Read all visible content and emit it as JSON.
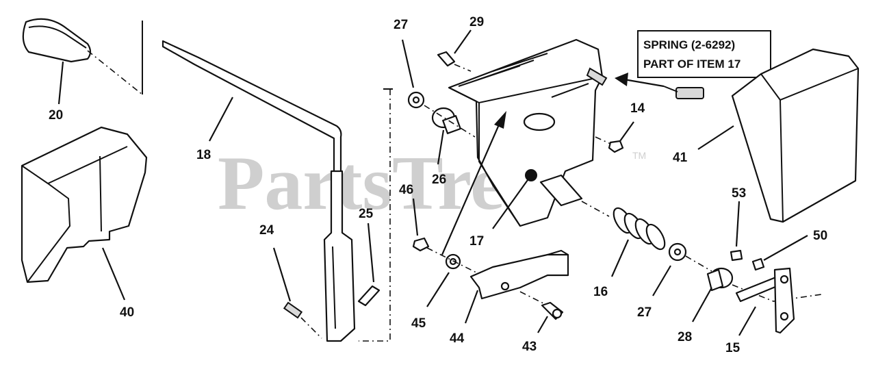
{
  "watermark": {
    "text": "PartsTree",
    "mark": "TM"
  },
  "note": {
    "line1": "SPRING (2-6292)",
    "line2": "PART OF ITEM 17"
  },
  "callouts": {
    "c20": "20",
    "c18": "18",
    "c40": "40",
    "c24": "24",
    "c25": "25",
    "c27a": "27",
    "c29": "29",
    "c26": "26",
    "c46": "46",
    "c17": "17",
    "c45": "45",
    "c44": "44",
    "c43": "43",
    "c14": "14",
    "c16": "16",
    "c27b": "27",
    "c28": "28",
    "c15": "15",
    "c53": "53",
    "c50": "50",
    "c41": "41"
  }
}
